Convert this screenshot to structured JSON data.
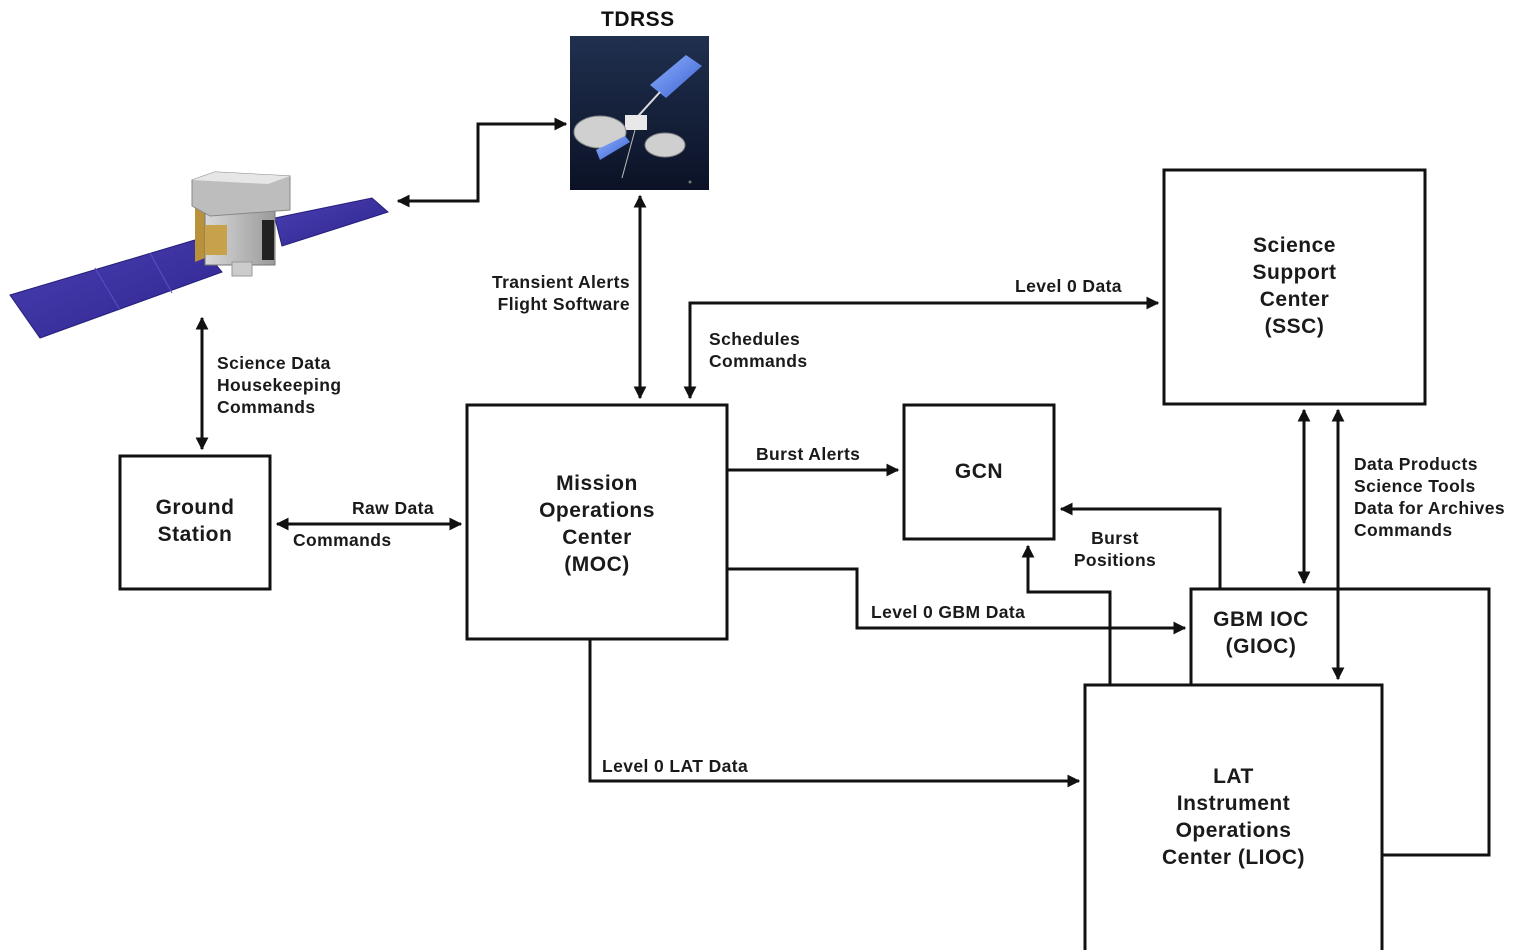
{
  "tdrss": {
    "title": "TDRSS"
  },
  "nodes": {
    "ground_station": [
      "Ground",
      "Station"
    ],
    "moc": [
      "Mission",
      "Operations",
      "Center",
      "(MOC)"
    ],
    "gcn": [
      "GCN"
    ],
    "ssc": [
      "Science",
      "Support",
      "Center",
      "(SSC)"
    ],
    "gioc": [
      "GBM IOC",
      "(GIOC)"
    ],
    "lioc": [
      "LAT",
      "Instrument",
      "Operations",
      "Center (LIOC)"
    ]
  },
  "links": {
    "sc_ground": [
      "Science Data",
      "Housekeeping",
      "Commands"
    ],
    "tdrss_moc": [
      "Transient Alerts",
      "Flight Software"
    ],
    "moc_ssc": "Level 0 Data",
    "ssc_moc": [
      "Schedules",
      "Commands"
    ],
    "ground_moc_raw": "Raw Data",
    "ground_moc_cmd": "Commands",
    "moc_gcn": "Burst Alerts",
    "ioc_gcn": [
      "Burst",
      "Positions"
    ],
    "moc_gioc": "Level 0 GBM Data",
    "moc_lioc": "Level 0 LAT Data",
    "ssc_ioc": [
      "Data Products",
      "Science Tools",
      "Data for Archives",
      "Commands"
    ]
  }
}
